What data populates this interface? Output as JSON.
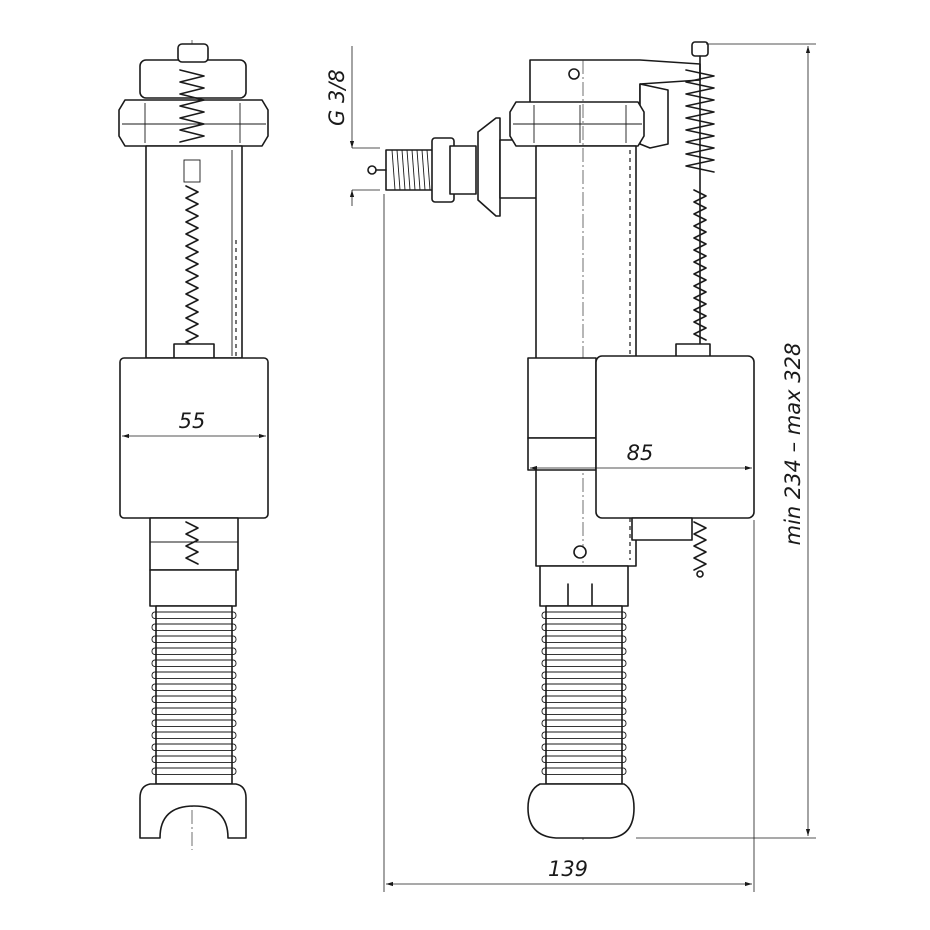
{
  "dimensions": {
    "thread": "G 3/8",
    "float_width_front": "55",
    "float_width_side": "85",
    "overall_width": "139",
    "height_range": "min 234 – max 328"
  },
  "colors": {
    "line": "#1a1a1a",
    "background": "#ffffff"
  }
}
